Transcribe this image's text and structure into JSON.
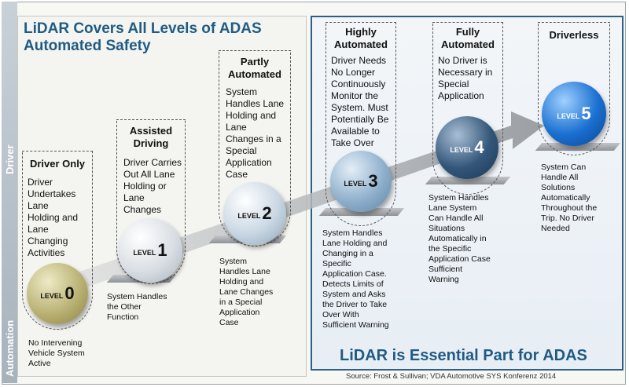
{
  "title_left_line1": "LiDAR Covers All Levels of ADAS",
  "title_left_line2": "Automated Safety",
  "side_label_top": "Driver",
  "side_label_bottom": "Automation",
  "essential": "LiDAR is Essential Part for ADAS",
  "source": "Source: Frost & Sullivan; VDA Automotive SYS Konferenz 2014",
  "level_word": "LEVEL",
  "levels": [
    {
      "num": "0",
      "name": "Driver Only",
      "desc": [
        "Driver",
        "Undertakes",
        "Lane",
        "Holding and",
        "Lane",
        "Changing",
        "Activities"
      ],
      "caption": [
        "No Intervening",
        "Vehicle System",
        "Active"
      ]
    },
    {
      "num": "1",
      "name_lines": [
        "Assisted",
        "Driving"
      ],
      "desc": [
        "Driver Carries",
        "Out All Lane",
        "Holding or",
        "Lane",
        "Changes"
      ],
      "caption": [
        "System Handles",
        "the Other",
        "Function"
      ]
    },
    {
      "num": "2",
      "name_lines": [
        "Partly",
        "Automated"
      ],
      "desc": [
        "System",
        "Handles Lane",
        "Holding and",
        "Lane",
        "Changes in a",
        "Special",
        "Application",
        "Case"
      ],
      "caption": [
        "System",
        "Handles Lane",
        "Holding and",
        "Lane Changes",
        "in a Special",
        "Application",
        "Case"
      ]
    },
    {
      "num": "3",
      "name_lines": [
        "Highly",
        "Automated"
      ],
      "desc": [
        "Driver Needs",
        "No Longer",
        "Continuously",
        "Monitor the",
        "System. Must",
        "Potentially Be",
        "Available to",
        "Take Over"
      ],
      "caption": [
        "System Handles",
        "Lane Holding and",
        "Changing in a",
        "Specific",
        "Application Case.",
        "Detects Limits of",
        "System and Asks",
        "the Driver to Take",
        "Over With",
        "Sufficient Warning"
      ]
    },
    {
      "num": "4",
      "name_lines": [
        "Fully",
        "Automated"
      ],
      "desc": [
        "No Driver is",
        "Necessary in",
        "Special",
        "Application"
      ],
      "caption": [
        "System Handles",
        "Lane System",
        "Can Handle All",
        "Situations",
        "Automatically in",
        "the Specific",
        "Application Case",
        "Sufficient",
        "Warning"
      ]
    },
    {
      "num": "5",
      "name_lines": [
        "Driverless"
      ],
      "desc": [],
      "caption": [
        "System Can",
        "Handle All",
        "Solutions",
        "Automatically",
        "Throughout the",
        "Trip. No Driver",
        "Needed"
      ]
    }
  ],
  "colors": {
    "accent": "#1f5b84",
    "level0": "#b5ad6e",
    "level1": "#d9dee4",
    "level2": "#c9d7e3",
    "level3": "#8fb0cc",
    "level4": "#33567a",
    "level5": "#1a6fd0"
  }
}
